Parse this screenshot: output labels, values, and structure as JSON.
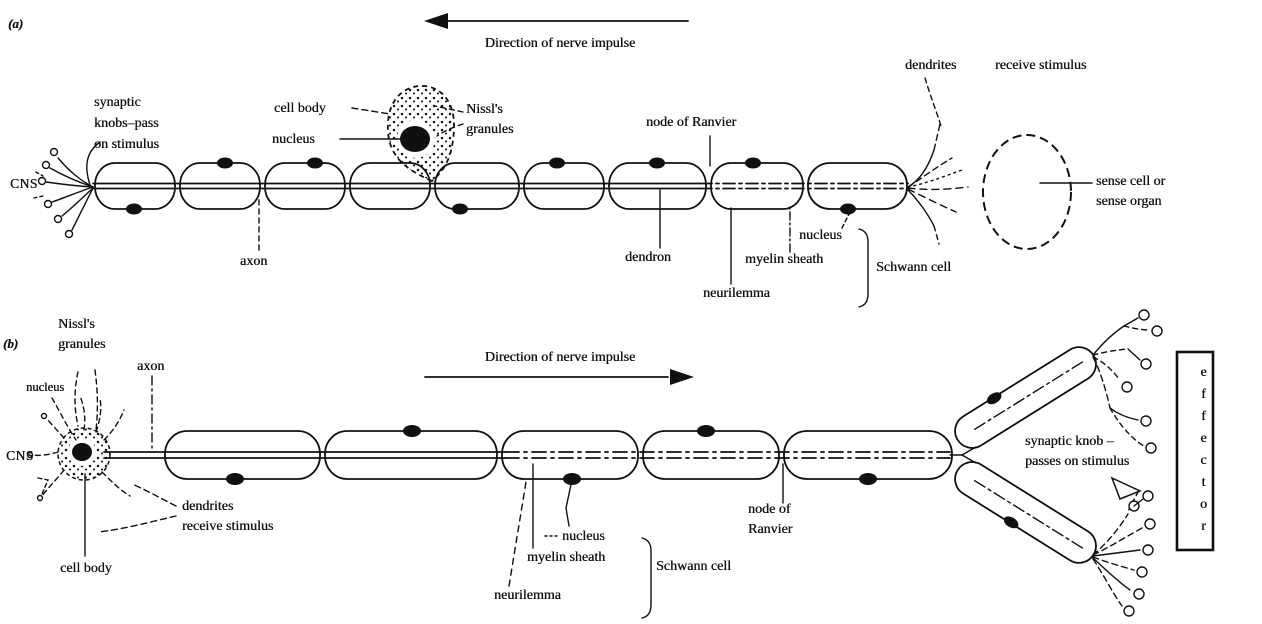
{
  "figure": {
    "panel_a": {
      "tag": "(a)",
      "direction": "Direction of nerve impulse",
      "labels": {
        "synaptic_knobs": "synaptic\nknobs–pass\non stimulus",
        "cns": "CNS",
        "cell_body": "cell body",
        "nucleus": "nucleus",
        "nissl_granules": "Nissl's\ngranules",
        "node_of_ranvier": "node of Ranvier",
        "axon": "axon",
        "dendron": "dendron",
        "neurilemma": "neurilemma",
        "myelin_sheath": "myelin sheath",
        "schwann_nucleus": "nucleus",
        "schwann_cell": "Schwann cell",
        "dendrites": "dendrites",
        "receive_stimulus": "receive stimulus",
        "sense_organ": "sense cell or\nsense organ"
      }
    },
    "panel_b": {
      "tag": "(b)",
      "direction": "Direction of nerve impulse",
      "labels": {
        "nissl_granules": "Nissl's\ngranules",
        "nucleus": "nucleus",
        "axon": "axon",
        "cns": "CNS",
        "dendrites": "dendrites\nreceive stimulus",
        "cell_body": "cell body",
        "schwann_nucleus": "nucleus",
        "myelin_sheath": "myelin sheath",
        "schwann_cell": "Schwann cell",
        "neurilemma": "neurilemma",
        "node_of_ranvier": "node of\nRanvier",
        "synaptic_knob": "synaptic knob –\npasses on stimulus",
        "effector": "effector"
      }
    },
    "colors": {
      "ink": "#101010",
      "background": "#ffffff"
    }
  }
}
